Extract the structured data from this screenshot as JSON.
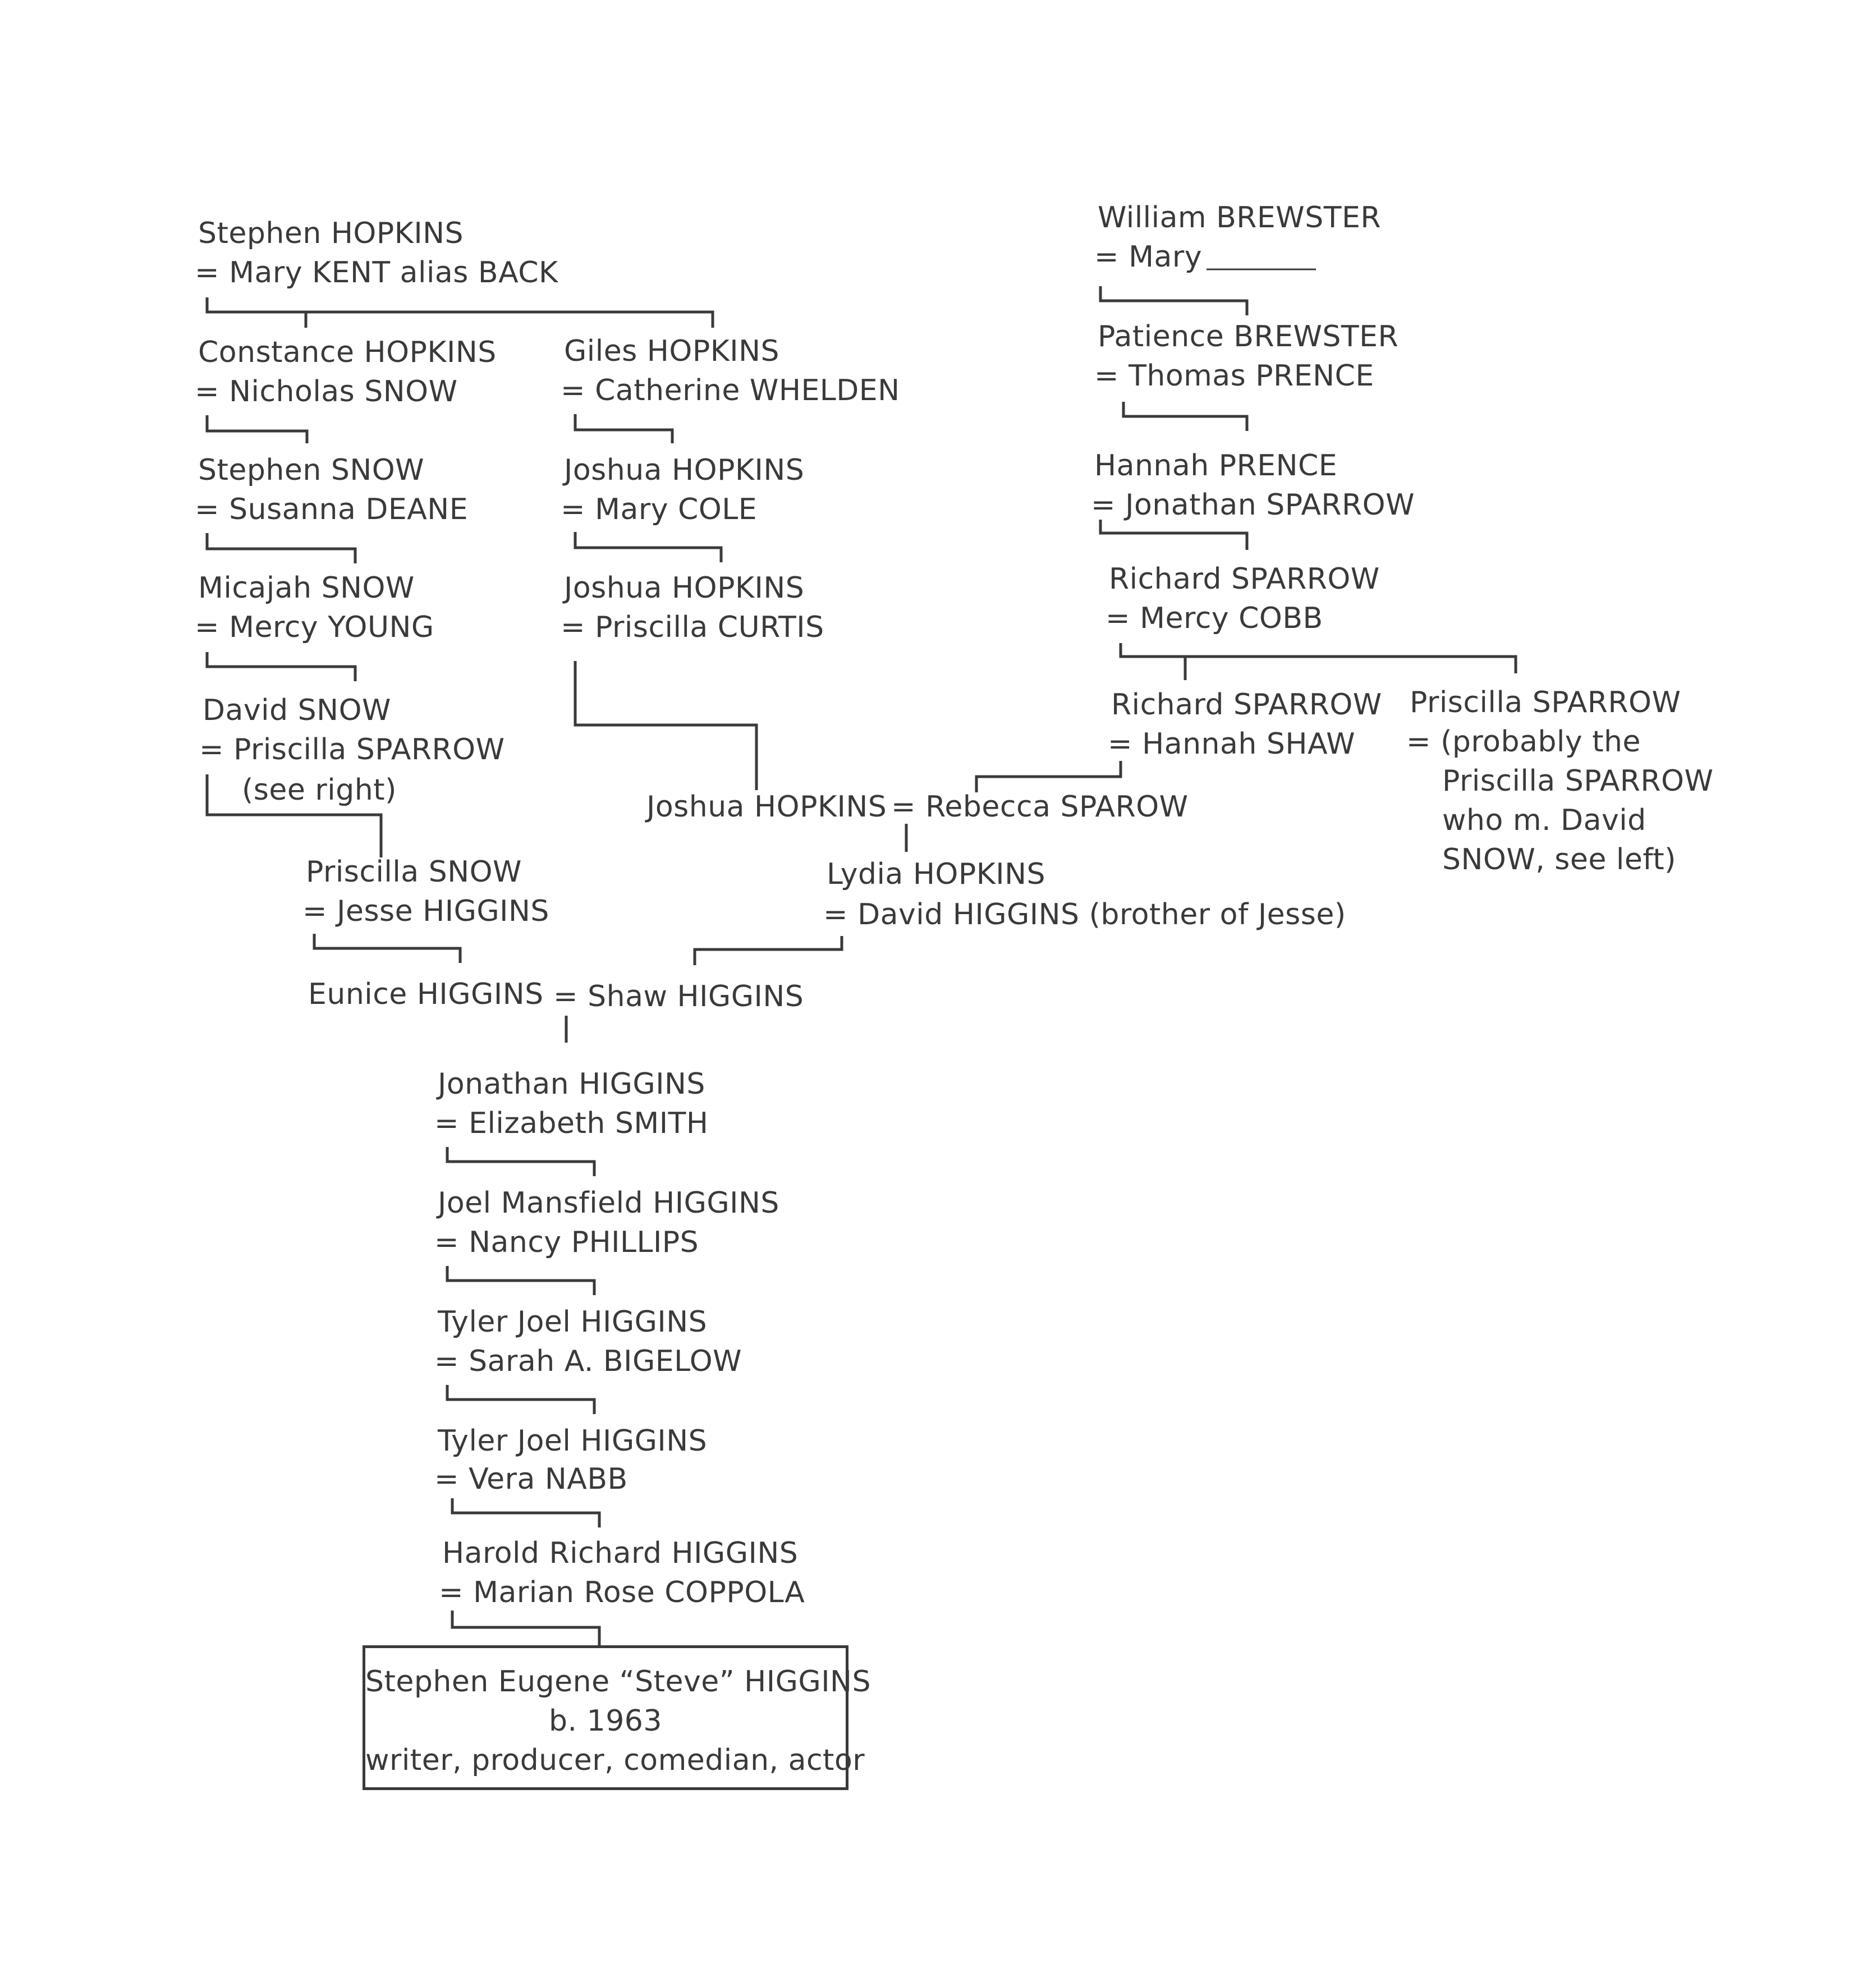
{
  "hopkins": {
    "stephen": "Stephen HOPKINS",
    "stephen_spouse": "Mary KENT alias BACK",
    "constance": "Constance HOPKINS",
    "constance_spouse": "Nicholas SNOW",
    "giles": "Giles HOPKINS",
    "giles_spouse": "Catherine WHELDEN",
    "joshua1": "Joshua HOPKINS",
    "joshua1_spouse": "Mary COLE",
    "joshua2": "Joshua HOPKINS",
    "joshua2_spouse": "Priscilla CURTIS",
    "joshua3": "Joshua HOPKINS",
    "joshua3_spouse": "Rebecca SPAROW",
    "lydia": "Lydia HOPKINS",
    "lydia_spouse": "David HIGGINS (brother of Jesse)"
  },
  "snow": {
    "stephen": "Stephen SNOW",
    "stephen_spouse": "Susanna DEANE",
    "micajah": "Micajah SNOW",
    "micajah_spouse": "Mercy YOUNG",
    "david": "David SNOW",
    "david_spouse": "Priscilla SPARROW",
    "david_note": "(see right)",
    "priscilla": "Priscilla SNOW",
    "priscilla_spouse": "Jesse HIGGINS"
  },
  "brewster": {
    "william": "William BREWSTER",
    "william_spouse": "Mary",
    "patience": "Patience BREWSTER",
    "patience_spouse": "Thomas PRENCE",
    "hannah": "Hannah PRENCE",
    "hannah_spouse": "Jonathan SPARROW",
    "richard1": "Richard SPARROW",
    "richard1_spouse": "Mercy COBB",
    "richard2": "Richard SPARROW",
    "richard2_spouse": "Hannah SHAW",
    "priscilla": "Priscilla SPARROW",
    "priscilla_note_1": "(probably the",
    "priscilla_note_2": "Priscilla SPARROW",
    "priscilla_note_3": "who m.  David",
    "priscilla_note_4": "SNOW, see left)"
  },
  "higgins": {
    "eunice": "Eunice HIGGINS",
    "eunice_spouse": "Shaw HIGGINS",
    "jonathan": "Jonathan HIGGINS",
    "jonathan_spouse": "Elizabeth SMITH",
    "joel": "Joel Mansfield HIGGINS",
    "joel_spouse": "Nancy PHILLIPS",
    "tyler1": "Tyler Joel HIGGINS",
    "tyler1_spouse": "Sarah A. BIGELOW",
    "tyler2": "Tyler Joel HIGGINS",
    "tyler2_spouse": "Vera NABB",
    "harold": "Harold Richard HIGGINS",
    "harold_spouse": "Marian Rose COPPOLA"
  },
  "subject": {
    "name": "Stephen Eugene “Steve” HIGGINS",
    "born": "b. 1963",
    "roles": "writer, producer, comedian, actor"
  },
  "marriage_symbol": "="
}
